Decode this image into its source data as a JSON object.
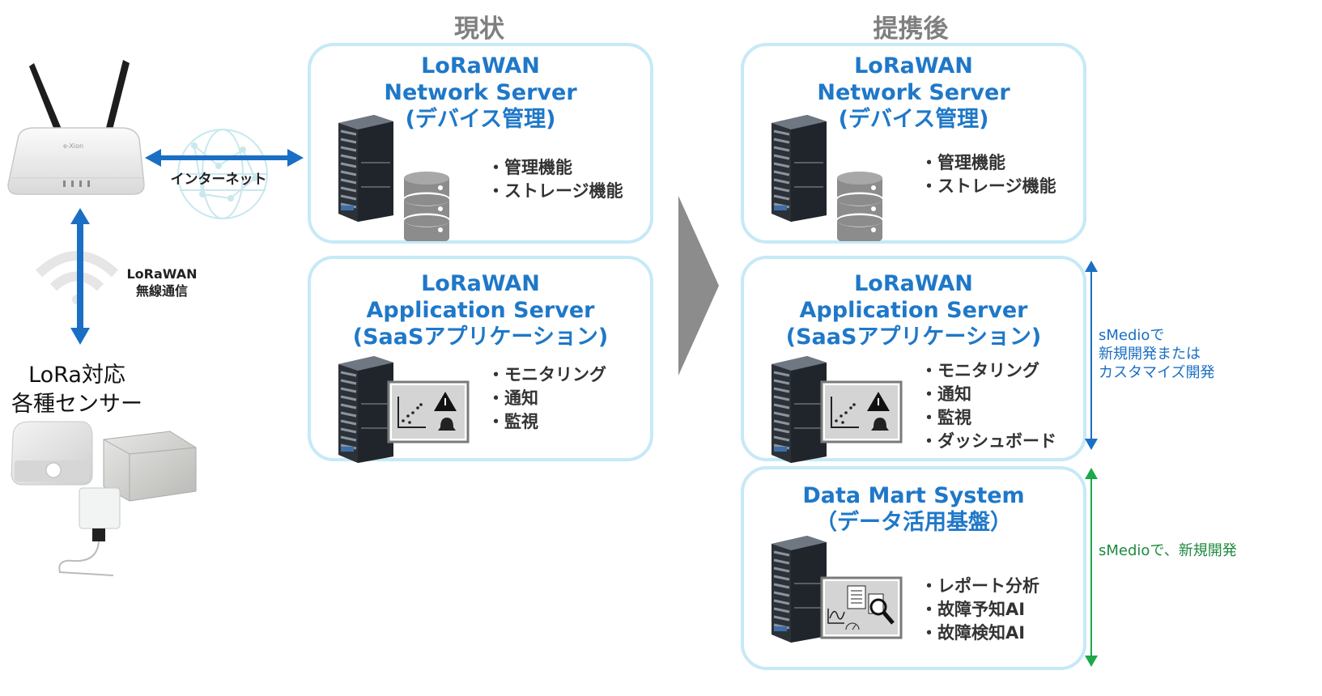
{
  "columns": {
    "current": "現状",
    "after": "提携後"
  },
  "left": {
    "internet_label": "インターネット",
    "lorawan_label_line1": "LoRaWAN",
    "lorawan_label_line2": "無線通信",
    "sensors_line1": "LoRa対応",
    "sensors_line2": "各種センサー",
    "gateway_brand": "e-Xion"
  },
  "current": {
    "network": {
      "title": [
        "LoRaWAN",
        "Network Server",
        "(デバイス管理)"
      ],
      "features": [
        "・管理機能",
        "・ストレージ機能"
      ]
    },
    "application": {
      "title": [
        "LoRaWAN",
        "Application Server",
        "(SaaSアプリケーション)"
      ],
      "features": [
        "・モニタリング",
        "・通知",
        "・監視"
      ]
    }
  },
  "after": {
    "network": {
      "title": [
        "LoRaWAN",
        "Network Server",
        "(デバイス管理)"
      ],
      "features": [
        "・管理機能",
        "・ストレージ機能"
      ]
    },
    "application": {
      "title": [
        "LoRaWAN",
        "Application Server",
        "(SaaSアプリケーション)"
      ],
      "features": [
        "・モニタリング",
        "・通知",
        "・監視",
        "・ダッシュボード"
      ]
    },
    "datamart": {
      "title": [
        "Data Mart System",
        "（データ活用基盤）"
      ],
      "features": [
        "・レポート分析",
        "・故障予知AI",
        "・故障検知AI"
      ]
    }
  },
  "notes": {
    "blue": [
      "sMedioで",
      "新規開発または",
      "カスタマイズ開発"
    ],
    "green": "sMedioで、新規開発"
  },
  "colors": {
    "title_blue": "#1f78c8",
    "box_border": "#c6e9f7",
    "arrow_blue": "#1a6fc4",
    "arrow_green": "#1ea84a",
    "heading_gray": "#7f7f7f"
  }
}
